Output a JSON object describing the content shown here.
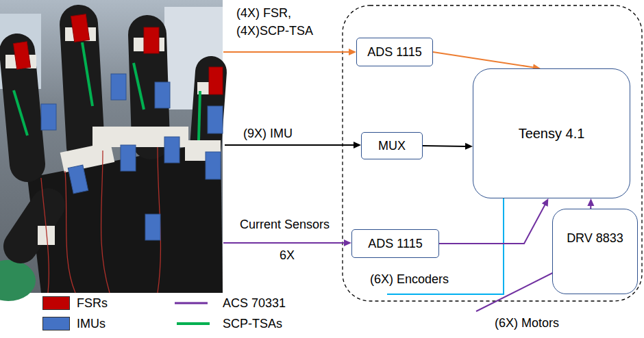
{
  "diagram": {
    "nodes": [
      {
        "text": [
          "ADS 1115"
        ]
      },
      {
        "text": [
          "MUX"
        ]
      },
      {
        "text": [
          "Teensy 4.1"
        ]
      },
      {
        "text": [
          "ADS 1115"
        ]
      },
      {
        "text": [
          "DRV 8833"
        ]
      }
    ],
    "edges": [
      {
        "from": 0,
        "to": 2,
        "arrow": "to"
      },
      {
        "from": 1,
        "to": 2,
        "arrow": "to"
      },
      {
        "from": 3,
        "to": 2,
        "arrow": "to"
      },
      {
        "from": 4,
        "to": 2,
        "arrow": "to"
      }
    ],
    "labels": [
      "(4X) FSR,",
      "(4X)SCP-TSA",
      "(9X) IMU",
      "Current Sensors",
      "6X",
      "(6X) Encoders",
      "(6X) Motors"
    ],
    "legend": [
      {
        "text": "FSRs",
        "color": "#c00000"
      },
      {
        "text": "IMUs",
        "color": "#4472c4"
      },
      {
        "text": "ACS 70331"
      },
      {
        "text": "SCP-TSAs"
      }
    ]
  }
}
